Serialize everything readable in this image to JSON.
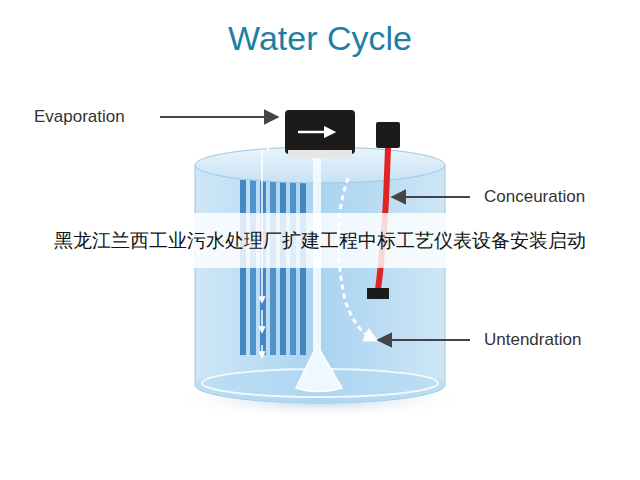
{
  "diagram": {
    "title": "Water Cycle",
    "labels": [
      "Evaporation",
      "Conceuration",
      "Untendration",
      "黑龙江兰西工业污水处理厂扩建工程中标工艺仪表设备安装启动"
    ]
  }
}
